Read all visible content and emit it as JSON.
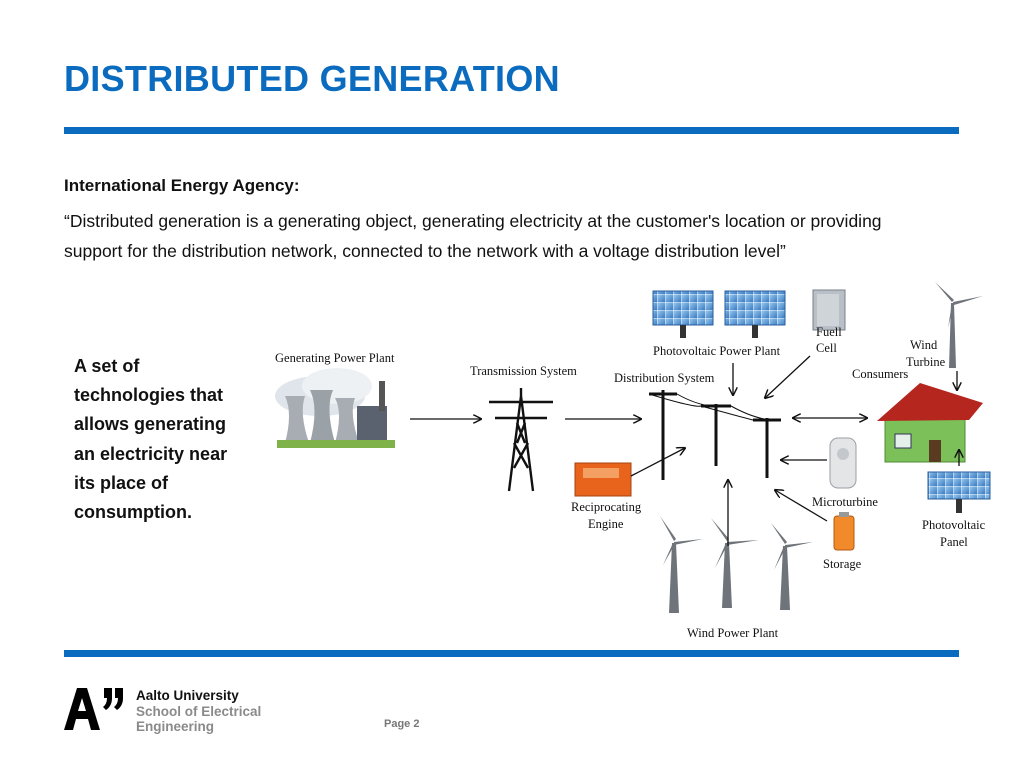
{
  "slide": {
    "title": "DISTRIBUTED GENERATION",
    "agency": "International Energy Agency:",
    "quote": "“Distributed generation is a generating object, generating electricity at the customer's location or providing support for the distribution network, connected to the network with a voltage distribution level”",
    "summary": "A set of technologies that allows generating an electricity near its place of consumption."
  },
  "diagram": {
    "generating_power_plant": "Generating Power Plant",
    "transmission_system": "Transmission System",
    "distribution_system": "Distribution System",
    "photovoltaic_power_plant": "Photovoltaic Power Plant",
    "fuell_cell_line1": "Fuell",
    "fuell_cell_line2": "Cell",
    "wind_turbine_line1": "Wind",
    "wind_turbine_line2": "Turbine",
    "consumers": "Consumers",
    "reciprocating_line1": "Reciprocating",
    "reciprocating_line2": "Engine",
    "microturbine": "Microturbine",
    "storage": "Storage",
    "photovoltaic_panel_line1": "Photovoltaic",
    "photovoltaic_panel_line2": "Panel",
    "wind_power_plant": "Wind Power Plant"
  },
  "footer": {
    "logo_text": "A”",
    "university": "Aalto University",
    "school_line1": "School of Electrical",
    "school_line2": "Engineering",
    "page": "Page 2"
  },
  "colors": {
    "accent": "#0b6bbf",
    "roof": "#b5261e",
    "house": "#7cc05a",
    "engine": "#e8641c",
    "storage": "#f08a2a"
  }
}
